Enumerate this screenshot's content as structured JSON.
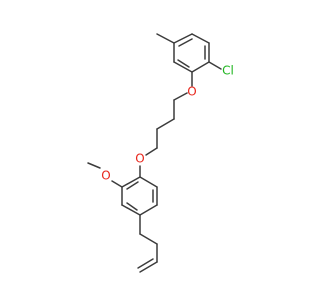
{
  "molecule": {
    "colors": {
      "bond": "#3c3c3c",
      "oxygen": "#e8251b",
      "chlorine": "#1fb51f"
    },
    "atom_labels": {
      "o_upper": "O",
      "o_middle": "O",
      "o_methoxy": "O",
      "cl": "Cl"
    }
  }
}
